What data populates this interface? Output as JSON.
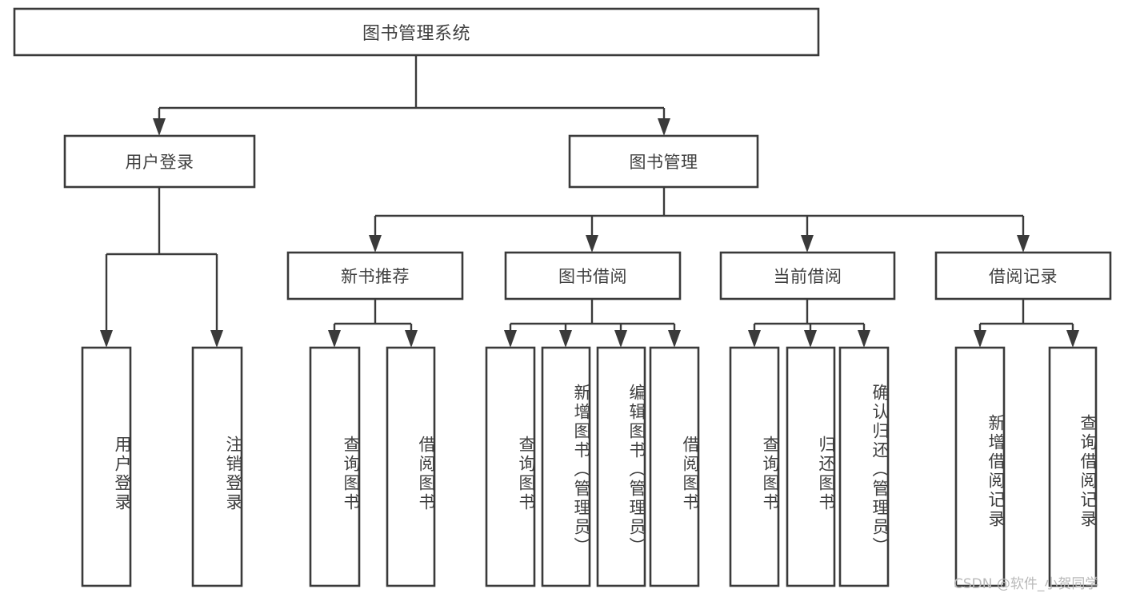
{
  "diagram": {
    "type": "tree",
    "title": "图书管理系统",
    "orientation": "top-down",
    "colors": {
      "box_stroke": "#3a3a3a",
      "box_fill": "#ffffff",
      "connector": "#3a3a3a",
      "text": "#3f3f3f",
      "watermark": "#b9b9b9",
      "background": "#ffffff"
    },
    "levels": {
      "root": "图书管理系统",
      "level2": [
        "用户登录",
        "图书管理"
      ],
      "level3": [
        "新书推荐",
        "图书借阅",
        "当前借阅",
        "借阅记录"
      ]
    },
    "nodes": {
      "root": {
        "label": "图书管理系统"
      },
      "user_login": {
        "label": "用户登录"
      },
      "book_manage": {
        "label": "图书管理"
      },
      "new_book_rec": {
        "label": "新书推荐"
      },
      "book_borrow": {
        "label": "图书借阅"
      },
      "current_borrow": {
        "label": "当前借阅"
      },
      "borrow_record": {
        "label": "借阅记录"
      },
      "leaf_user_login": {
        "label": "用户登录"
      },
      "leaf_logout": {
        "label": "注销登录"
      },
      "leaf_query_book_1": {
        "label": "查询图书"
      },
      "leaf_borrow_book_1": {
        "label": "借阅图书"
      },
      "leaf_query_book_2": {
        "label": "查询图书"
      },
      "leaf_add_book": {
        "label": "新增图书（管理员）"
      },
      "leaf_edit_book": {
        "label": "编辑图书（管理员）"
      },
      "leaf_borrow_book_2": {
        "label": "借阅图书"
      },
      "leaf_query_book_3": {
        "label": "查询图书"
      },
      "leaf_return_book": {
        "label": "归还图书"
      },
      "leaf_confirm_return": {
        "label": "确认归还（管理员）"
      },
      "leaf_add_record": {
        "label": "新增借阅记录"
      },
      "leaf_query_record": {
        "label": "查询借阅记录"
      }
    },
    "edges": [
      {
        "from": "图书管理系统",
        "to": "用户登录"
      },
      {
        "from": "图书管理系统",
        "to": "图书管理"
      },
      {
        "from": "用户登录",
        "to": "用户登录"
      },
      {
        "from": "用户登录",
        "to": "注销登录"
      },
      {
        "from": "图书管理",
        "to": "新书推荐"
      },
      {
        "from": "图书管理",
        "to": "图书借阅"
      },
      {
        "from": "图书管理",
        "to": "当前借阅"
      },
      {
        "from": "图书管理",
        "to": "借阅记录"
      },
      {
        "from": "新书推荐",
        "to": "查询图书"
      },
      {
        "from": "新书推荐",
        "to": "借阅图书"
      },
      {
        "from": "图书借阅",
        "to": "查询图书"
      },
      {
        "from": "图书借阅",
        "to": "新增图书（管理员）"
      },
      {
        "from": "图书借阅",
        "to": "编辑图书（管理员）"
      },
      {
        "from": "图书借阅",
        "to": "借阅图书"
      },
      {
        "from": "当前借阅",
        "to": "查询图书"
      },
      {
        "from": "当前借阅",
        "to": "归还图书"
      },
      {
        "from": "当前借阅",
        "to": "确认归还（管理员）"
      },
      {
        "from": "借阅记录",
        "to": "新增借阅记录"
      },
      {
        "from": "借阅记录",
        "to": "查询借阅记录"
      }
    ]
  },
  "watermark": {
    "text": "CSDN @软件_小贺同学"
  }
}
